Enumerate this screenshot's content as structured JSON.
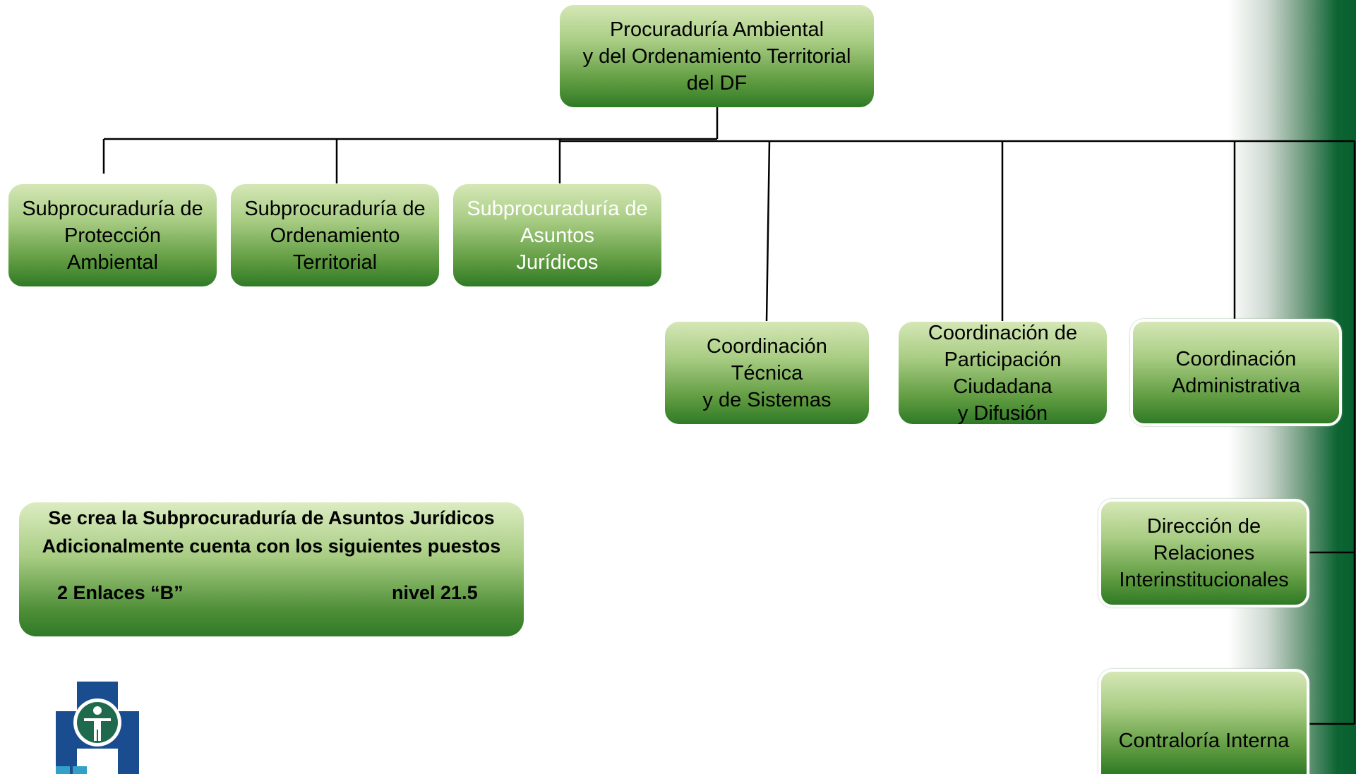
{
  "colors": {
    "box_top": "#d5e7b6",
    "box_bottom": "#2f7a26",
    "band_dark": "#06602d",
    "logo_blue": "#1a4d8f",
    "logo_green": "#1f6a4d"
  },
  "chart": {
    "root": "Procuraduría Ambiental\ny del Ordenamiento Territorial\ndel DF",
    "subprocuradurias": [
      "Subprocuraduría de\nProtección\nAmbiental",
      "Subprocuraduría de\nOrdenamiento\nTerritorial",
      "Subprocuraduría de\nAsuntos\nJurídicos"
    ],
    "coordinaciones": [
      "Coordinación\nTécnica\ny de Sistemas",
      "Coordinación de\nParticipación\nCiudadana\ny Difusión",
      "Coordinación\nAdministrativa"
    ],
    "staff": [
      "Dirección de\nRelaciones\nInterinstitucionales",
      "Contraloría Interna"
    ]
  },
  "note": {
    "line1": "Se crea la Subprocuraduría de Asuntos Jurídicos",
    "line2": "Adicionalmente cuenta con los siguientes puestos",
    "enlaces": "2 Enlaces “B”",
    "nivel": "nivel 21.5"
  },
  "logo_icon": "human-figure-logo-icon"
}
